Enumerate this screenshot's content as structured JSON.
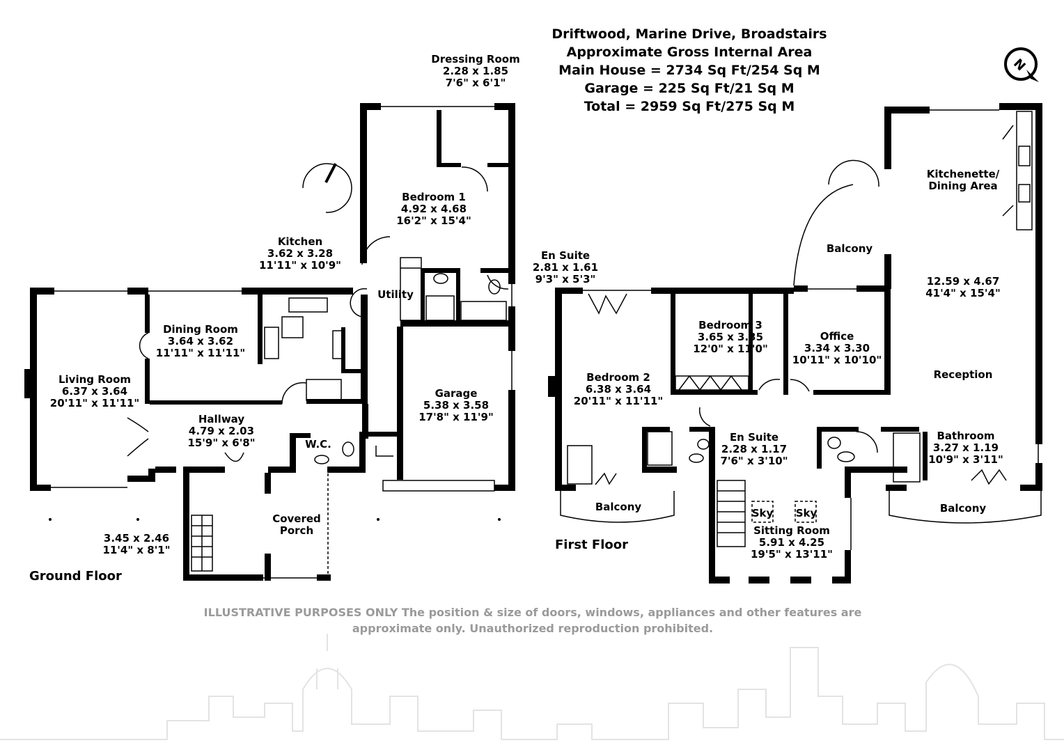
{
  "header": {
    "line1": "Driftwood, Marine Drive, Broadstairs",
    "line2": "Approximate Gross Internal Area",
    "line3": "Main House = 2734 Sq Ft/254 Sq M",
    "line4": "Garage = 225 Sq Ft/21 Sq M",
    "line5": "Total = 2959 Sq Ft/275 Sq M"
  },
  "compass_icon": "north-arrow-icon",
  "floors": {
    "ground": "Ground Floor",
    "first": "First Floor"
  },
  "ground_rooms": [
    {
      "name": "Dressing Room",
      "metric": "2.28 x 1.85",
      "imperial": "7'6\" x 6'1\""
    },
    {
      "name": "Bedroom 1",
      "metric": "4.92 x 4.68",
      "imperial": "16'2\" x 15'4\""
    },
    {
      "name": "Kitchen",
      "metric": "3.62 x 3.28",
      "imperial": "11'11\" x 10'9\""
    },
    {
      "name": "En Suite",
      "metric": "2.81 x 1.61",
      "imperial": "9'3\" x 5'3\""
    },
    {
      "name": "Utility",
      "metric": "",
      "imperial": ""
    },
    {
      "name": "Dining Room",
      "metric": "3.64 x 3.62",
      "imperial": "11'11\" x 11'11\""
    },
    {
      "name": "Living Room",
      "metric": "6.37 x 3.64",
      "imperial": "20'11\" x 11'11\""
    },
    {
      "name": "Garage",
      "metric": "5.38 x 3.58",
      "imperial": "17'8\" x 11'9\""
    },
    {
      "name": "Hallway",
      "metric": "4.79 x 2.03",
      "imperial": "15'9\" x 6'8\""
    },
    {
      "name": "W.C.",
      "metric": "",
      "imperial": ""
    },
    {
      "name": "Covered",
      "metric": "Porch",
      "imperial": ""
    },
    {
      "name": "",
      "metric": "3.45 x 2.46",
      "imperial": "11'4\" x 8'1\""
    }
  ],
  "first_rooms": [
    {
      "name": "Kitchenette/",
      "metric": "Dining Area",
      "imperial": ""
    },
    {
      "name": "Balcony",
      "metric": "",
      "imperial": ""
    },
    {
      "name": "",
      "metric": "12.59 x 4.67",
      "imperial": "41'4\" x 15'4\""
    },
    {
      "name": "Bedroom 3",
      "metric": "3.65 x 3.35",
      "imperial": "12'0\" x 11'0\""
    },
    {
      "name": "Office",
      "metric": "3.34 x 3.30",
      "imperial": "10'11\" x 10'10\""
    },
    {
      "name": "Reception",
      "metric": "",
      "imperial": ""
    },
    {
      "name": "Bedroom 2",
      "metric": "6.38 x 3.64",
      "imperial": "20'11\" x 11'11\""
    },
    {
      "name": "En Suite",
      "metric": "2.28 x 1.17",
      "imperial": "7'6\" x 3'10\""
    },
    {
      "name": "Bathroom",
      "metric": "3.27 x 1.19",
      "imperial": "10'9\" x 3'11\""
    },
    {
      "name": "Balcony",
      "metric": "",
      "imperial": ""
    },
    {
      "name": "Balcony",
      "metric": "",
      "imperial": ""
    },
    {
      "name": "Sky",
      "metric": "",
      "imperial": ""
    },
    {
      "name": "Sky",
      "metric": "",
      "imperial": ""
    },
    {
      "name": "Sitting Room",
      "metric": "5.91 x 4.25",
      "imperial": "19'5\" x 13'11\""
    }
  ],
  "disclaimer": {
    "line1": "ILLUSTRATIVE PURPOSES ONLY  The position & size of doors, windows, appliances and other features are",
    "line2": "approximate only. Unauthorized reproduction prohibited."
  },
  "colors": {
    "wall": "#000000",
    "skyline": "#e3e3e3",
    "disclaimer": "#9a9a9a"
  }
}
